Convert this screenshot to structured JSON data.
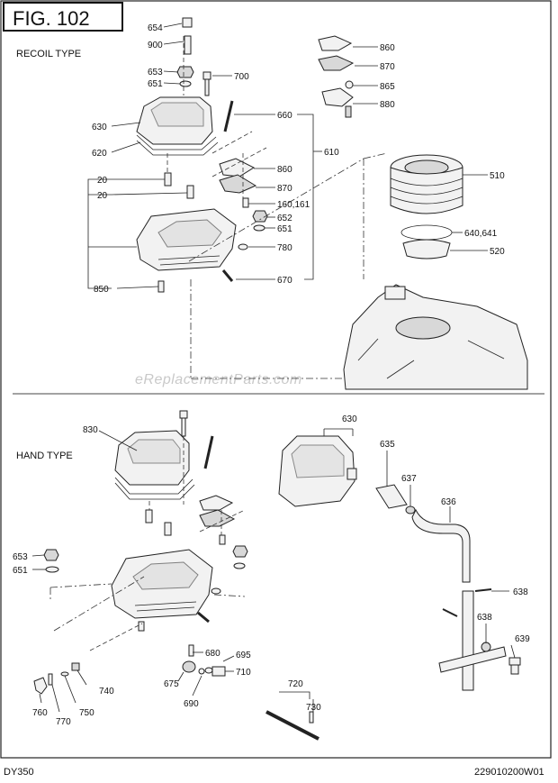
{
  "figure": {
    "title": "FIG. 102"
  },
  "sections": {
    "top": "RECOIL TYPE",
    "bottom": "HAND TYPE"
  },
  "watermark": "eReplacementParts.com",
  "footer": {
    "model": "DY350",
    "code": "229010200W01"
  },
  "callouts_top": [
    "654",
    "900",
    "653",
    "651",
    "700",
    "630",
    "620",
    "660",
    "610",
    "860",
    "870",
    "865",
    "880",
    "860",
    "870",
    "160,161",
    "652",
    "651",
    "20",
    "20",
    "780",
    "670",
    "850",
    "510",
    "640,641",
    "520"
  ],
  "callouts_bottom": [
    "830",
    "653",
    "651",
    "630",
    "635",
    "637",
    "636",
    "638",
    "638",
    "639",
    "680",
    "695",
    "710",
    "675",
    "690",
    "720",
    "730",
    "740",
    "760",
    "770",
    "750"
  ]
}
